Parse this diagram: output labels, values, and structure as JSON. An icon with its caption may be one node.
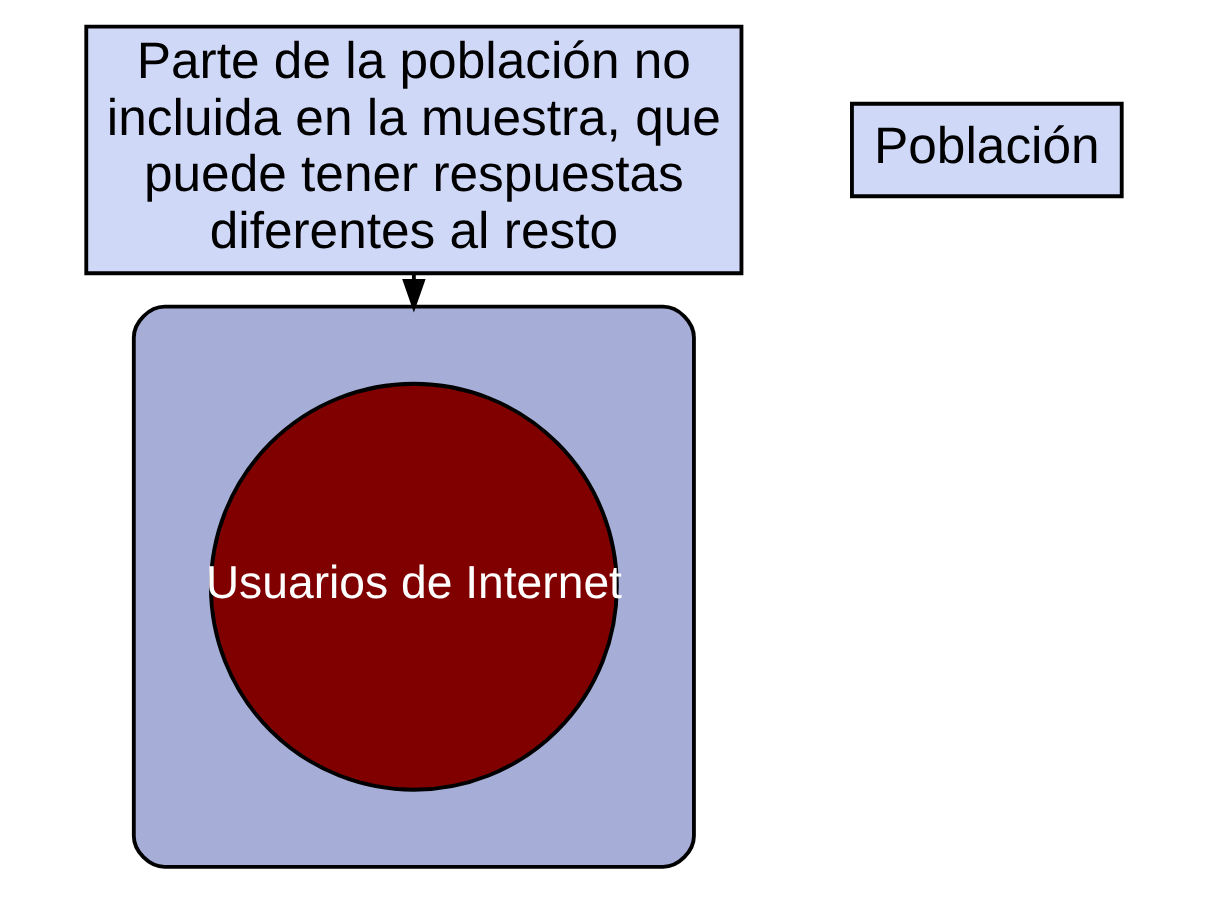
{
  "diagram": {
    "nodes": [
      {
        "text": [
          "Parte de la población no incluida en la muestra, que puede tener respuestas diferentes al resto"
        ]
      },
      {
        "text": [
          "Población"
        ]
      },
      {
        "text": [],
        "shape": "ellipse"
      },
      {
        "text": [
          "Usuarios de Internet"
        ],
        "in": 2
      }
    ],
    "edges": [
      {
        "from": 0,
        "to": 2,
        "arrow": "to"
      }
    ]
  }
}
